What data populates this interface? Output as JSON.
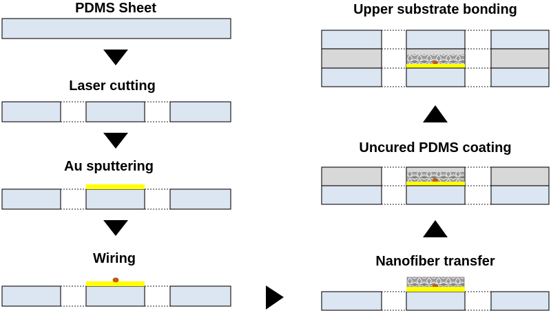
{
  "steps_left": [
    {
      "label": "PDMS Sheet"
    },
    {
      "label": "Laser cutting"
    },
    {
      "label": "Au sputtering"
    },
    {
      "label": "Wiring"
    }
  ],
  "steps_right": [
    {
      "label": "Nanofiber transfer"
    },
    {
      "label": "Uncured PDMS coating"
    },
    {
      "label": "Upper substrate bonding"
    }
  ],
  "colors": {
    "pdms": "#dce6f2",
    "outline": "#1a1a1a",
    "gold": "#ffff00",
    "wire": "#c05a1a",
    "uncured": "#d8d8d8",
    "nanofiber": "#8a8a8a",
    "arrow": "#000000"
  }
}
